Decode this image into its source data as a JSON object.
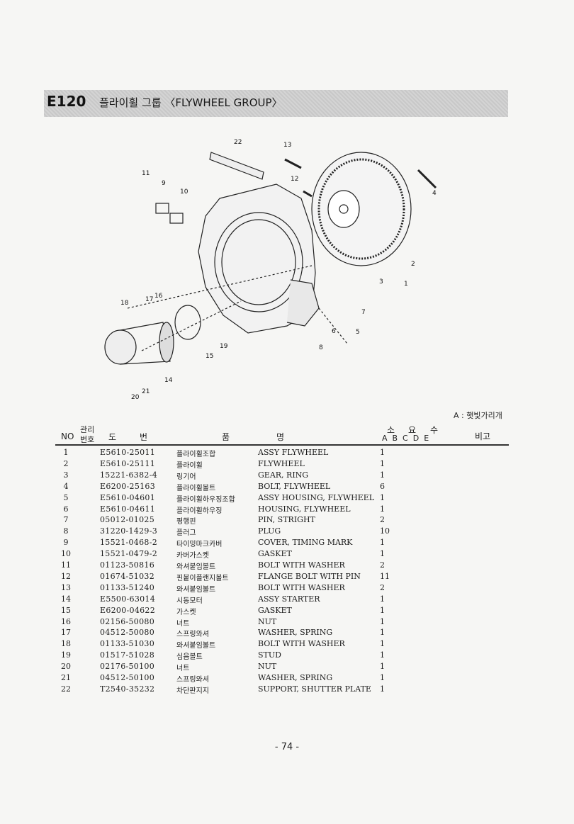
{
  "header": {
    "code": "E120",
    "title": "플라이휠 그룹 〈FLYWHEEL GROUP〉"
  },
  "diagram": {
    "callouts": [
      "1",
      "2",
      "3",
      "4",
      "5",
      "6",
      "7",
      "8",
      "9",
      "10",
      "11",
      "12",
      "13",
      "14",
      "15",
      "16",
      "17",
      "18",
      "19",
      "20",
      "21",
      "22"
    ]
  },
  "legend_note": "A : 햇빛가리개",
  "table": {
    "headers": {
      "no": "NO",
      "mgmt": "관리\n번호",
      "mgmt_top": "관리",
      "mgmt_bottom": "번호",
      "drawing_1": "도",
      "drawing_2": "번",
      "name_1": "품",
      "name_2": "명",
      "qty_title_1": "소",
      "qty_title_2": "요",
      "qty_title_3": "수",
      "qty_cols": "A  B  C  D  E",
      "remarks": "비고"
    },
    "rows": [
      {
        "no": "1",
        "part": "E5610-25011",
        "kor": "플라이휠조합",
        "eng": "ASSY FLYWHEEL",
        "qty": "1"
      },
      {
        "no": "2",
        "part": "E5610-25111",
        "kor": "플라이휠",
        "eng": "FLYWHEEL",
        "qty": "1"
      },
      {
        "no": "3",
        "part": "15221-6382-4",
        "kor": "링기어",
        "eng": "GEAR, RING",
        "qty": "1"
      },
      {
        "no": "4",
        "part": "E6200-25163",
        "kor": "플라이휠볼트",
        "eng": "BOLT, FLYWHEEL",
        "qty": "6"
      },
      {
        "no": "5",
        "part": "E5610-04601",
        "kor": "플라이휠하우징조합",
        "eng": "ASSY HOUSING, FLYWHEEL",
        "qty": "1"
      },
      {
        "no": "6",
        "part": "E5610-04611",
        "kor": "플라이휠하우징",
        "eng": "HOUSING, FLYWHEEL",
        "qty": "1"
      },
      {
        "no": "7",
        "part": "05012-01025",
        "kor": "평행핀",
        "eng": "PIN, STRIGHT",
        "qty": "2"
      },
      {
        "no": "8",
        "part": "31220-1429-3",
        "kor": "플러그",
        "eng": "PLUG",
        "qty": "10"
      },
      {
        "no": "9",
        "part": "15521-0468-2",
        "kor": "타이밍마크카버",
        "eng": "COVER, TIMING MARK",
        "qty": "1"
      },
      {
        "no": "10",
        "part": "15521-0479-2",
        "kor": "카버가스켓",
        "eng": "GASKET",
        "qty": "1"
      },
      {
        "no": "11",
        "part": "01123-50816",
        "kor": "와셔붙임볼트",
        "eng": "BOLT WITH WASHER",
        "qty": "2"
      },
      {
        "no": "12",
        "part": "01674-51032",
        "kor": "핀붙이플랜지볼트",
        "eng": "FLANGE BOLT WITH PIN",
        "qty": "11"
      },
      {
        "no": "13",
        "part": "01133-51240",
        "kor": "와셔붙임볼트",
        "eng": "BOLT WITH WASHER",
        "qty": "2"
      },
      {
        "no": "14",
        "part": "E5500-63014",
        "kor": "시동모터",
        "eng": "ASSY STARTER",
        "qty": "1"
      },
      {
        "no": "15",
        "part": "E6200-04622",
        "kor": "가스켓",
        "eng": "GASKET",
        "qty": "1"
      },
      {
        "no": "16",
        "part": "02156-50080",
        "kor": "너트",
        "eng": "NUT",
        "qty": "1"
      },
      {
        "no": "17",
        "part": "04512-50080",
        "kor": "스프링와셔",
        "eng": "WASHER, SPRING",
        "qty": "1"
      },
      {
        "no": "18",
        "part": "01133-51030",
        "kor": "와셔붙임볼트",
        "eng": "BOLT WITH WASHER",
        "qty": "1"
      },
      {
        "no": "19",
        "part": "01517-51028",
        "kor": "심음볼트",
        "eng": "STUD",
        "qty": "1"
      },
      {
        "no": "20",
        "part": "02176-50100",
        "kor": "너트",
        "eng": "NUT",
        "qty": "1"
      },
      {
        "no": "21",
        "part": "04512-50100",
        "kor": "스프링와셔",
        "eng": "WASHER, SPRING",
        "qty": "1"
      },
      {
        "no": "22",
        "part": "T2540-35232",
        "kor": "차단판지지",
        "eng": "SUPPORT, SHUTTER PLATE",
        "qty": "1"
      }
    ]
  },
  "footer": {
    "page_number": "- 74 -"
  }
}
